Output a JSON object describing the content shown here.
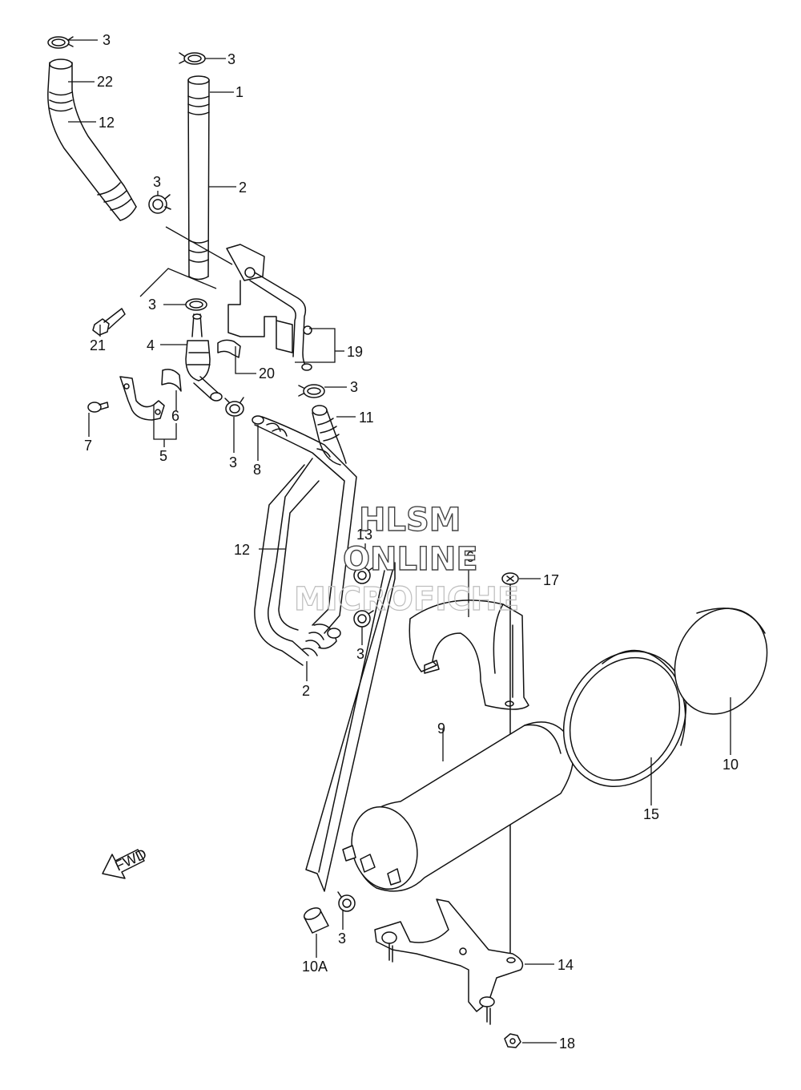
{
  "watermark": {
    "line1": "HLSM",
    "line2": "ONLINE",
    "line3": "MICROFICHE"
  },
  "direction_arrow": {
    "label": "FWD",
    "icon": "arrow-left-down-icon"
  },
  "callouts": [
    "3",
    "3",
    "22",
    "1",
    "12",
    "3",
    "2",
    "3",
    "4",
    "19",
    "20",
    "21",
    "6",
    "7",
    "5",
    "3",
    "8",
    "3",
    "11",
    "13",
    "16",
    "17",
    "12",
    "3",
    "2",
    "9",
    "10",
    "15",
    "3",
    "10A",
    "14",
    "18"
  ]
}
